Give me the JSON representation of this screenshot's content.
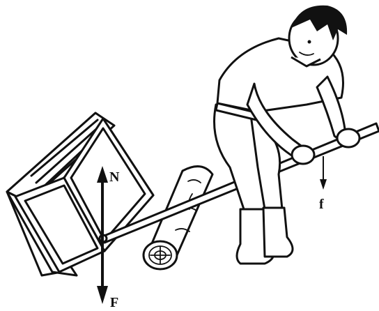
{
  "labels": {
    "normal_force": "N",
    "applied_force": "F",
    "effort_force": "f"
  }
}
